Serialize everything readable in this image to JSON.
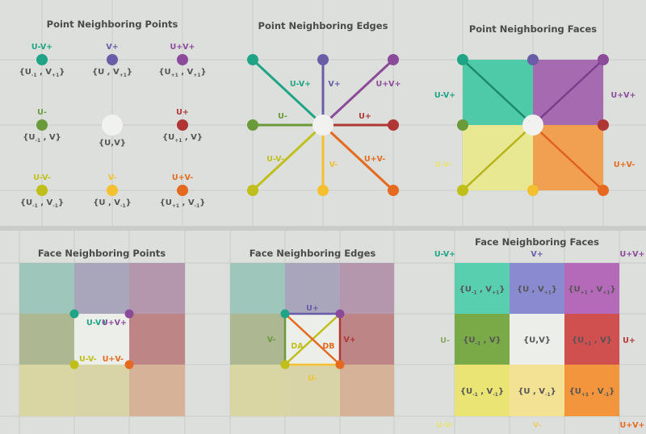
{
  "colors": {
    "uv_mm_teal": "#1fa585",
    "v_plus_indigo": "#6b5ca8",
    "uv_pp_purple": "#8c4a9a",
    "u_minus_green": "#6a9a3a",
    "u_plus_red": "#b03535",
    "uv_mm_lime": "#c0bf1a",
    "v_minus_yellow": "#f4c030",
    "uv_pm_orange": "#e56a20",
    "center": "#f1f2ef",
    "background": "#dcdfdb"
  },
  "panels": {
    "point_points": {
      "title": "Point Neighboring Points",
      "points": [
        {
          "label": "U-V+",
          "color": "#1fa585",
          "coord": [
            "U",
            "-1",
            "V",
            "+1"
          ]
        },
        {
          "label": "V+",
          "color": "#6b5ca8",
          "coord": [
            "U",
            "",
            "V",
            "+1"
          ]
        },
        {
          "label": "U+V+",
          "color": "#8c4a9a",
          "coord": [
            "U",
            "+1",
            "V",
            "+1"
          ]
        },
        {
          "label": "U-",
          "color": "#6a9a3a",
          "coord": [
            "U",
            "-1",
            "V",
            ""
          ]
        },
        {
          "label": "",
          "color": "#f1f2ef",
          "coord": [
            "U",
            "",
            "V",
            ""
          ]
        },
        {
          "label": "U+",
          "color": "#b03535",
          "coord": [
            "U",
            "+1",
            "V",
            ""
          ]
        },
        {
          "label": "U-V-",
          "color": "#c0bf1a",
          "coord": [
            "U",
            "-1",
            "V",
            "-1"
          ]
        },
        {
          "label": "V-",
          "color": "#f4c030",
          "coord": [
            "U",
            "",
            "V",
            "-1"
          ]
        },
        {
          "label": "U+V-",
          "color": "#e56a20",
          "coord": [
            "U",
            "+1",
            "V",
            "-1"
          ]
        }
      ]
    },
    "point_edges": {
      "title": "Point Neighboring Edges",
      "edges": [
        {
          "label": "U-V+",
          "color": "#1fa585"
        },
        {
          "label": "V+",
          "color": "#6b5ca8"
        },
        {
          "label": "U+V+",
          "color": "#8c4a9a"
        },
        {
          "label": "U-",
          "color": "#6a9a3a"
        },
        {
          "label": "U+",
          "color": "#b03535"
        },
        {
          "label": "U-V-",
          "color": "#c0bf1a"
        },
        {
          "label": "V-",
          "color": "#f4c030"
        },
        {
          "label": "U+V-",
          "color": "#e56a20"
        }
      ]
    },
    "point_faces": {
      "title": "Point Neighboring Faces",
      "faces": [
        {
          "label": "U-V+",
          "color": "#4fcaa8",
          "text_color": "#1fa585"
        },
        {
          "label": "U+V+",
          "color": "#a56ab0",
          "text_color": "#8c4a9a"
        },
        {
          "label": "U-V-",
          "color": "#e8e893",
          "text_color": "#e8e27a"
        },
        {
          "label": "U+V-",
          "color": "#f0a050",
          "text_color": "#e56a20"
        }
      ]
    },
    "face_points": {
      "title": "Face Neighboring Points",
      "points": [
        {
          "label": "U-V+",
          "color": "#1fa585"
        },
        {
          "label": "U+V+",
          "color": "#8c4a9a"
        },
        {
          "label": "U-V-",
          "color": "#c0bf1a"
        },
        {
          "label": "U+V-",
          "color": "#e56a20"
        }
      ]
    },
    "face_edges": {
      "title": "Face Neighboring Edges",
      "edges": [
        {
          "label": "U+",
          "color": "#6b5ca8"
        },
        {
          "label": "V-",
          "color": "#6a9a3a"
        },
        {
          "label": "V+",
          "color": "#b03535"
        },
        {
          "label": "U-",
          "color": "#f4c030"
        },
        {
          "label": "DA",
          "color": "#c0bf1a"
        },
        {
          "label": "DB",
          "color": "#e56a20"
        }
      ]
    },
    "face_faces": {
      "title": "Face Neighboring Faces",
      "labels": {
        "top_left": "U-V+",
        "top": "V+",
        "top_right": "U+V+",
        "left": "U-",
        "right": "U+",
        "bottom_left": "U-V-",
        "bottom": "V-",
        "bottom_right": "U+V+"
      },
      "cells": [
        {
          "color": "#58d0b0",
          "coord": [
            "U",
            "-1",
            "V",
            "+1"
          ]
        },
        {
          "color": "#8a8ad0",
          "coord": [
            "U",
            "",
            "V",
            "+1"
          ]
        },
        {
          "color": "#b46ab8",
          "coord": [
            "U",
            "+1",
            "V",
            "+1"
          ]
        },
        {
          "color": "#7aaa48",
          "coord": [
            "U",
            "-1",
            "V",
            ""
          ]
        },
        {
          "color": "#eceeea",
          "coord": [
            "U",
            "",
            "V",
            ""
          ]
        },
        {
          "color": "#d05050",
          "coord": [
            "U",
            "+1",
            "V",
            ""
          ]
        },
        {
          "color": "#eae474",
          "coord": [
            "U",
            "-1",
            "V",
            "-1"
          ]
        },
        {
          "color": "#f4e294",
          "coord": [
            "U",
            "",
            "V",
            "-1"
          ]
        },
        {
          "color": "#f2953c",
          "coord": [
            "U",
            "+1",
            "V",
            "-1"
          ]
        }
      ]
    }
  }
}
